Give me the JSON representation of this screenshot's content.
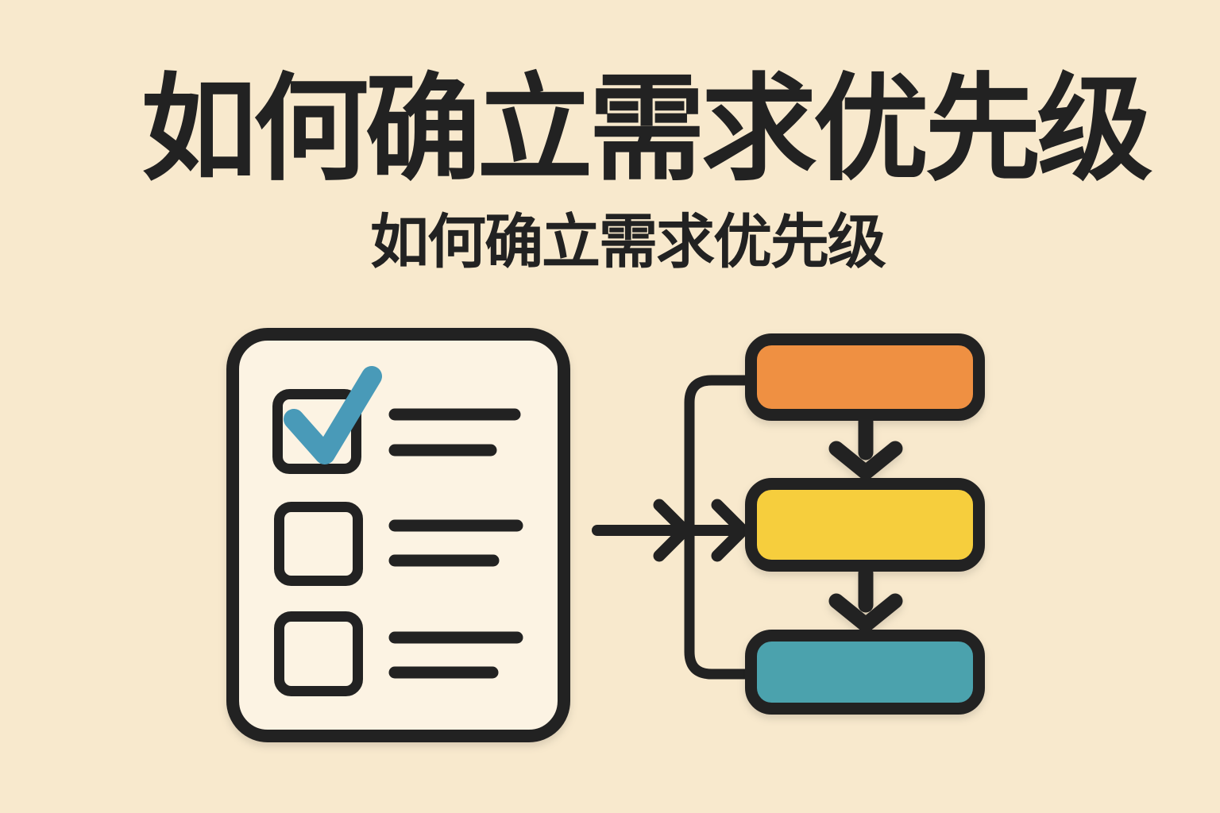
{
  "title": {
    "text": "如何确立需求优先级"
  },
  "subtitle": {
    "text": "如何确立需求优先级"
  },
  "colors": {
    "background": "#f8e9cd",
    "paper": "#fcf3e3",
    "ink": "#222222",
    "check_blue": "#4a9ab8",
    "flow_orange": "#ef9043",
    "flow_yellow": "#f6ce3d",
    "flow_teal": "#4ba2ad"
  },
  "illustration": {
    "checklist": {
      "label": "checklist-document",
      "items": [
        {
          "row": 1,
          "checked": true,
          "lines": 2
        },
        {
          "row": 2,
          "checked": false,
          "lines": 2
        },
        {
          "row": 3,
          "checked": false,
          "lines": 2
        }
      ]
    },
    "flowchart": {
      "label": "priority-flowchart",
      "steps": [
        {
          "order": 1,
          "color": "#ef9043"
        },
        {
          "order": 2,
          "color": "#f6ce3d"
        },
        {
          "order": 3,
          "color": "#4ba2ad"
        }
      ],
      "connector": "bracket-top-to-bottom"
    },
    "relation": "checklist-feeds-into-flowchart"
  }
}
